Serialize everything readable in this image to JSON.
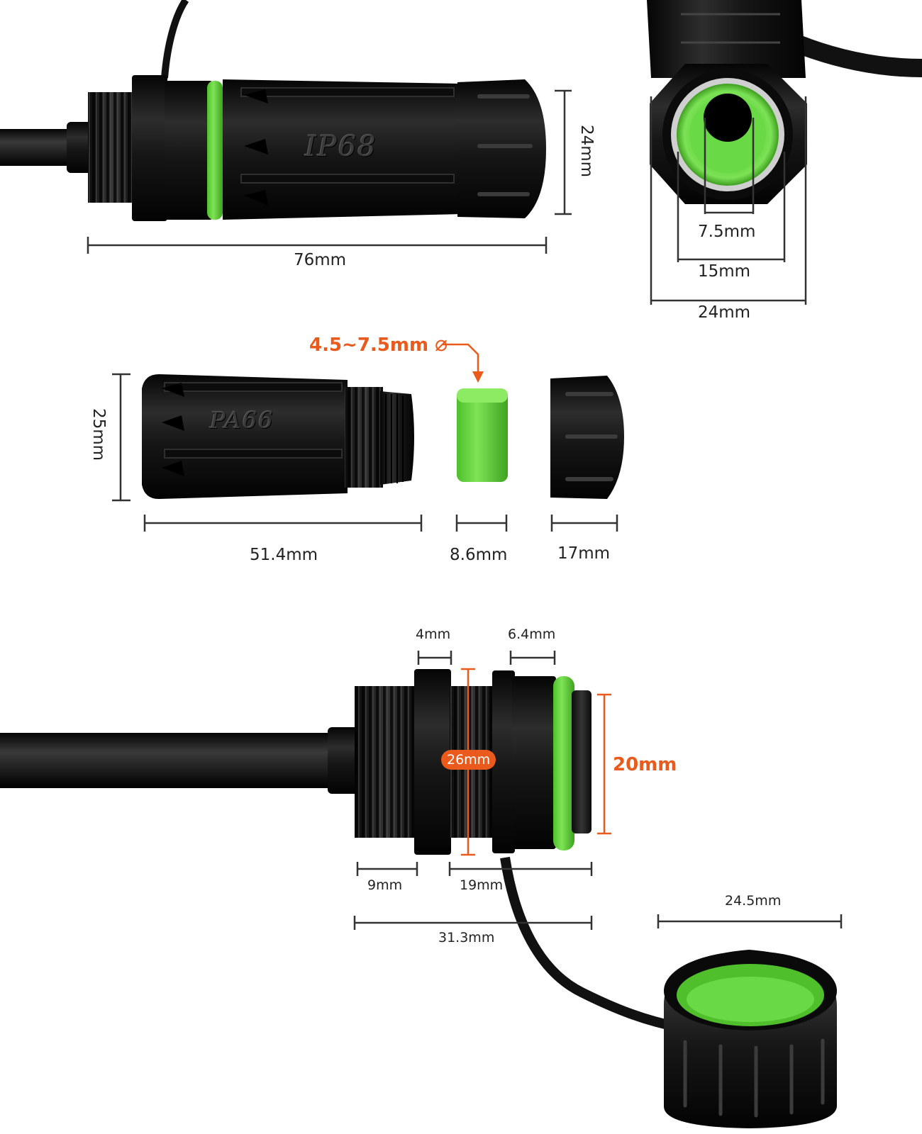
{
  "top_connector": {
    "embossed_text": "IP68",
    "length_label": "76mm",
    "height_label": "24mm"
  },
  "end_view": {
    "inner_label": "7.5mm",
    "middle_label": "15mm",
    "outer_label": "24mm"
  },
  "exploded_view": {
    "cable_range_label": "4.5~7.5mm",
    "diameter_symbol": "⌀",
    "body_embossed_text": "PA66",
    "body_height_label": "25mm",
    "body_length_label": "51.4mm",
    "seal_length_label": "8.6mm",
    "nut_length_label": "17mm"
  },
  "panel_socket": {
    "nut_width_label": "4mm",
    "flange_width_label": "6.4mm",
    "flange_diameter_label": "26mm",
    "thread_diameter_label": "20mm",
    "front_thread_label": "9mm",
    "rear_length_label": "19mm",
    "total_length_label": "31.3mm",
    "cap_diameter_label": "24.5mm"
  },
  "colors": {
    "accent_green": "#5fd03a",
    "highlight_orange": "#ea5a1c",
    "body_black": "#141414",
    "dimension_line": "#333333"
  }
}
